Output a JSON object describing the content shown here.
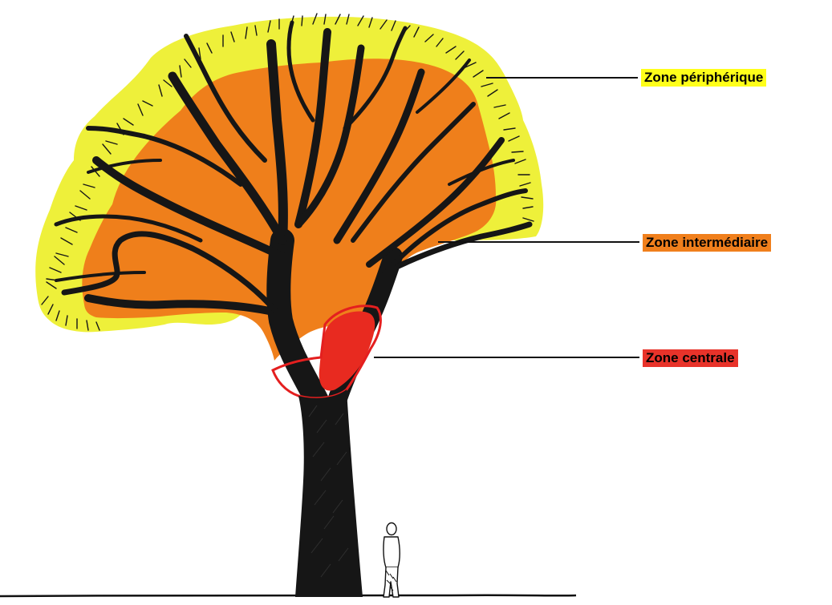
{
  "zones": [
    {
      "id": "peripheral",
      "label": "Zone périphérique",
      "color": "#ffff1a"
    },
    {
      "id": "intermediate",
      "label": "Zone intermédiaire",
      "color": "#f07f1c"
    },
    {
      "id": "central",
      "label": "Zone centrale",
      "color": "#e8332a"
    }
  ],
  "colors": {
    "crown_outer": "#eef03a",
    "crown_inner": "#ef7f1b",
    "core_fill": "#e82a20",
    "core_outline": "#e41f1f",
    "wood": "#161616",
    "ground_line": "#111111",
    "leader_line": "#111111"
  },
  "scale_figure": "human-silhouette"
}
